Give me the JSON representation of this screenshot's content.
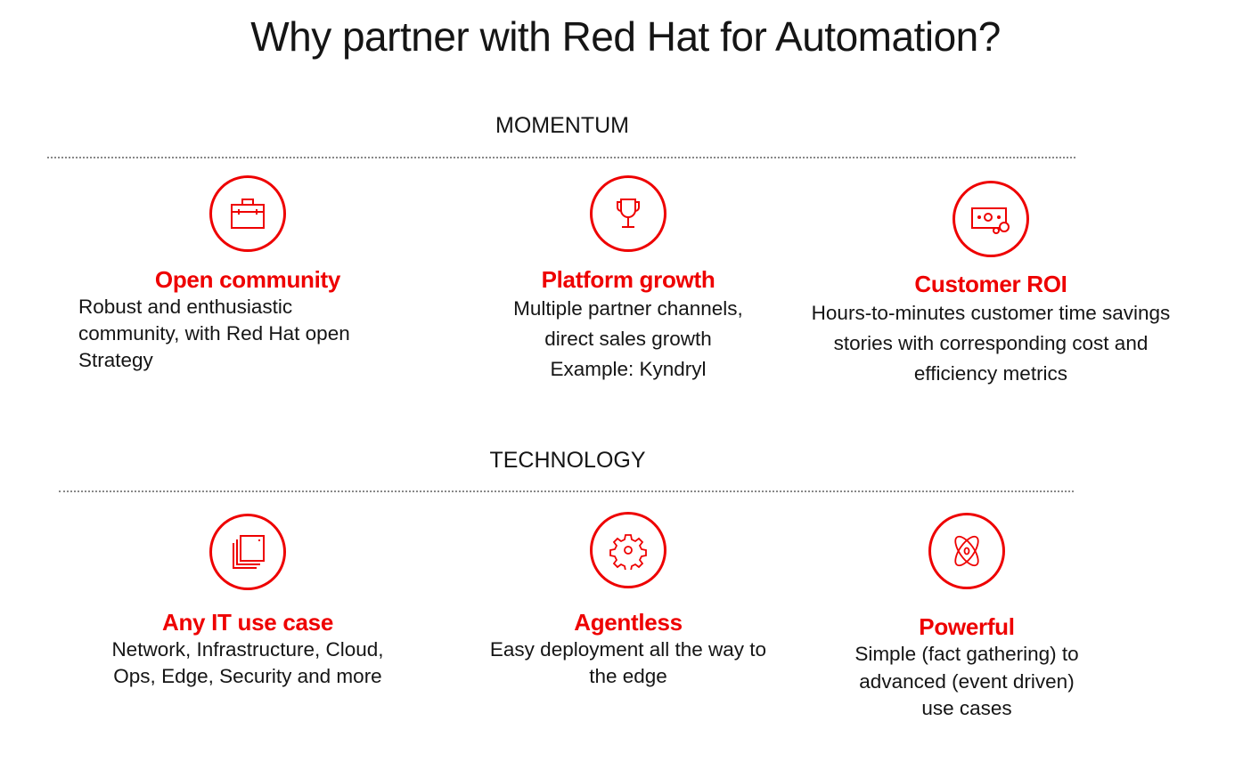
{
  "title": "Why partner with Red Hat for Automation?",
  "accent": "#ee0000",
  "sections": [
    {
      "label": "MOMENTUM",
      "cards": [
        {
          "icon": "briefcase-icon",
          "heading": "Open community",
          "lines": [
            "Robust and enthusiastic",
            "community, with Red Hat open",
            "Strategy"
          ]
        },
        {
          "icon": "trophy-icon",
          "heading": "Platform growth",
          "lines": [
            "Multiple partner channels,",
            "direct sales growth",
            "Example: Kyndryl"
          ]
        },
        {
          "icon": "money-icon",
          "heading": "Customer ROI",
          "lines": [
            "Hours-to-minutes customer time savings",
            "stories with corresponding cost and",
            "efficiency metrics"
          ]
        }
      ]
    },
    {
      "label": "TECHNOLOGY",
      "cards": [
        {
          "icon": "stacked-windows-icon",
          "heading": "Any IT use case",
          "lines": [
            "Network, Infrastructure, Cloud,",
            "Ops, Edge, Security and more"
          ]
        },
        {
          "icon": "gear-icon",
          "heading": "Agentless",
          "lines": [
            "Easy deployment all the way to",
            "the edge"
          ]
        },
        {
          "icon": "atom-icon",
          "heading": "Powerful",
          "lines": [
            "Simple (fact gathering) to",
            "advanced (event driven)",
            "use cases"
          ]
        }
      ]
    }
  ]
}
